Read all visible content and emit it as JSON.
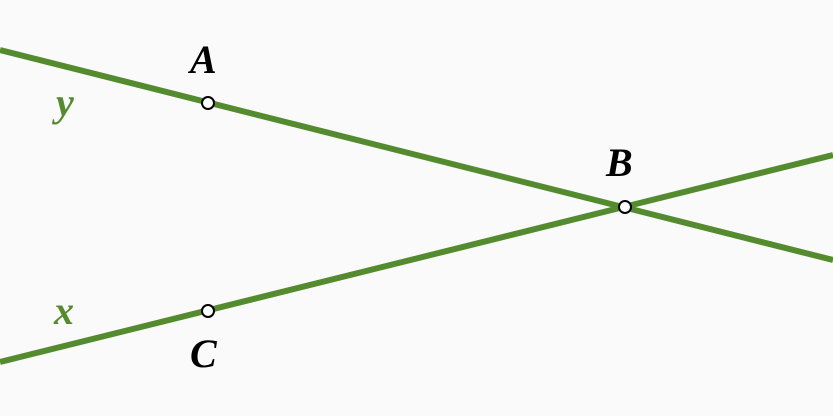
{
  "colors": {
    "line": "#558b2f",
    "point_fill": "#ffffff",
    "point_stroke": "#000000",
    "label": "#000000",
    "line_label": "#558b2f"
  },
  "lines": [
    {
      "name": "y",
      "label": "y"
    },
    {
      "name": "x",
      "label": "x"
    }
  ],
  "points": [
    {
      "name": "A",
      "label": "A"
    },
    {
      "name": "B",
      "label": "B"
    },
    {
      "name": "C",
      "label": "C"
    }
  ]
}
